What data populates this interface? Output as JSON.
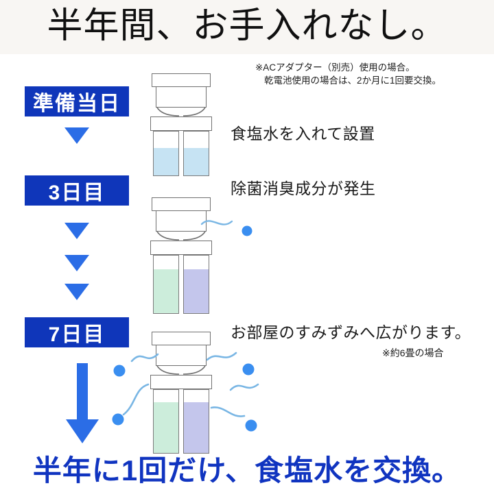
{
  "header": {
    "title": "半年間、お手入れなし。",
    "band_color": "#f8f6f3"
  },
  "top_note": {
    "line1": "※ACアダプター（別売）使用の場合。",
    "line2": "乾電池使用の場合は、2か月に1回要交換。"
  },
  "colors": {
    "label_blue": "#0f36ba",
    "arrow_blue": "#2b6de6",
    "conclusion_blue": "#1034c0",
    "dot_blue": "#3a8ef0",
    "wave_blue": "#79b6e4",
    "fluid_blue": "#c6e3f3",
    "fluid_green": "#cceddb",
    "fluid_purple": "#c4c6ec",
    "outline_gray": "#6f6f6f"
  },
  "timeline": [
    {
      "day_label": "準備当日",
      "step_text": "食塩水を入れて設置",
      "device": {
        "left_fluid": "#c6e3f3",
        "right_fluid": "#c6e3f3",
        "fill_percent": 62
      }
    },
    {
      "day_label": "3日目",
      "step_text": "除菌消臭成分が発生",
      "device": {
        "left_fluid": "#cceddb",
        "right_fluid": "#c4c6ec",
        "fill_percent": 76
      }
    },
    {
      "day_label": "7日目",
      "step_text": "お部屋のすみずみへ広がります。",
      "step_sub": "※約6畳の場合",
      "device": {
        "left_fluid": "#cceddb",
        "right_fluid": "#c4c6ec",
        "fill_percent": 80
      }
    }
  ],
  "arrows": {
    "triangle_count_after_day1": 1,
    "triangle_count_after_day2": 3,
    "big_arrow_label": "down-arrow"
  },
  "conclusion": {
    "text": "半年に1回だけ、食塩水を交換。"
  }
}
